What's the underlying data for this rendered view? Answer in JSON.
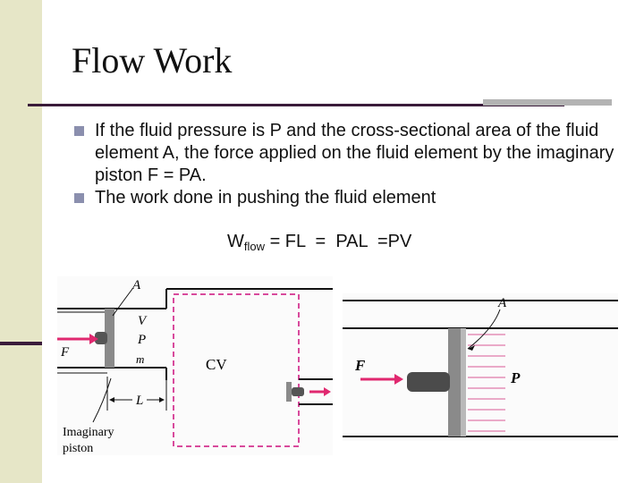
{
  "slide": {
    "title": "Flow Work",
    "bullets": [
      "If the fluid pressure is P and the cross-sectional area of the fluid element A, the force applied on the fluid element by the imaginary piston F = PA.",
      "The work done in pushing the fluid element"
    ],
    "formula": {
      "w": "W",
      "sub": "flow",
      "rest": " = FL  =  PAL  =PV"
    }
  },
  "figure_left": {
    "labels": {
      "area": "A",
      "volume": "V",
      "pressure": "P",
      "mass": "m",
      "force": "F",
      "control_volume": "CV",
      "length": "L",
      "piston_line1": "Imaginary",
      "piston_line2": "piston"
    },
    "colors": {
      "cv_outline": "#d84a9c",
      "arrow": "#e0286f",
      "piston": "#8a8a8a"
    }
  },
  "figure_right": {
    "labels": {
      "area": "A",
      "force": "F",
      "pressure": "P"
    },
    "colors": {
      "pressure_lines": "#e58fb8",
      "arrow": "#e0286f"
    }
  }
}
